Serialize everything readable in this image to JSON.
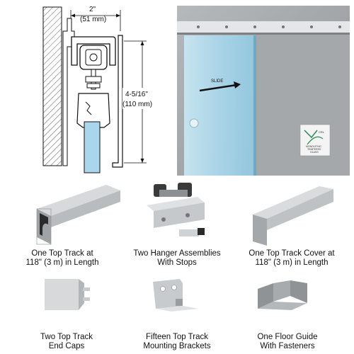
{
  "diagram": {
    "width_inch": "2\"",
    "width_mm": "(51 mm)",
    "height_inch": "4-5/16\"",
    "height_mm": "(110 mm)"
  },
  "photo": {
    "arrow_label": "SLIDE",
    "sticker_lines": [
      "CRL",
      "MONOLITHIC",
      "TEMPERED",
      "GLASS"
    ]
  },
  "components": [
    {
      "line1": "One Top Track at",
      "line2": "118\" (3 m) in Length"
    },
    {
      "line1": "Two Hanger Assemblies",
      "line2": "With Stops"
    },
    {
      "line1": "One Top Track Cover at",
      "line2": "118\" (3 m) in Length"
    },
    {
      "line1": "Two Top Track",
      "line2": "End Caps"
    },
    {
      "line1": "Fifteen Top Track",
      "line2": "Mounting Brackets"
    },
    {
      "line1": "One Floor Guide",
      "line2": "With Fasteners"
    }
  ],
  "colors": {
    "glass": "#a9d6ea",
    "aluminum": "#c2c5c8",
    "wall_photo": "#9ea2a5",
    "outline": "#111111"
  }
}
